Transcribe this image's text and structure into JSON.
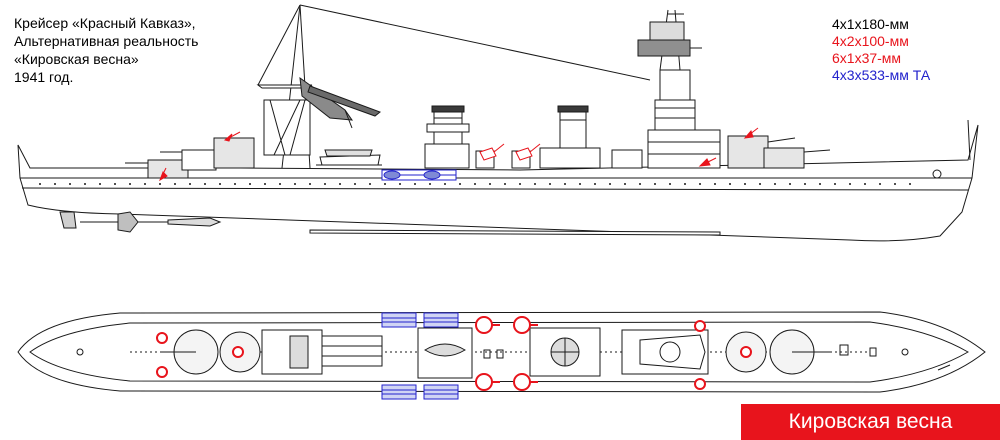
{
  "caption": {
    "line1": "Крейсер «Красный Кавказ»,",
    "line2": "Альтернативная реальность",
    "line3": "«Кировская весна»",
    "line4": "1941 год."
  },
  "legend": [
    {
      "label": "4x1x180-мм",
      "color": "#000000"
    },
    {
      "label": "4x2x100-мм",
      "color": "#e8141c"
    },
    {
      "label": "6x1x37-мм",
      "color": "#e8141c"
    },
    {
      "label": "4x3x533-мм ТА",
      "color": "#2222cc"
    }
  ],
  "banner": {
    "text": "Кировская весна",
    "color": "#e8141c"
  },
  "colors": {
    "line": "#1a1a1a",
    "red": "#e8141c",
    "blue": "#2222cc",
    "grey": "#bfbfbf"
  }
}
